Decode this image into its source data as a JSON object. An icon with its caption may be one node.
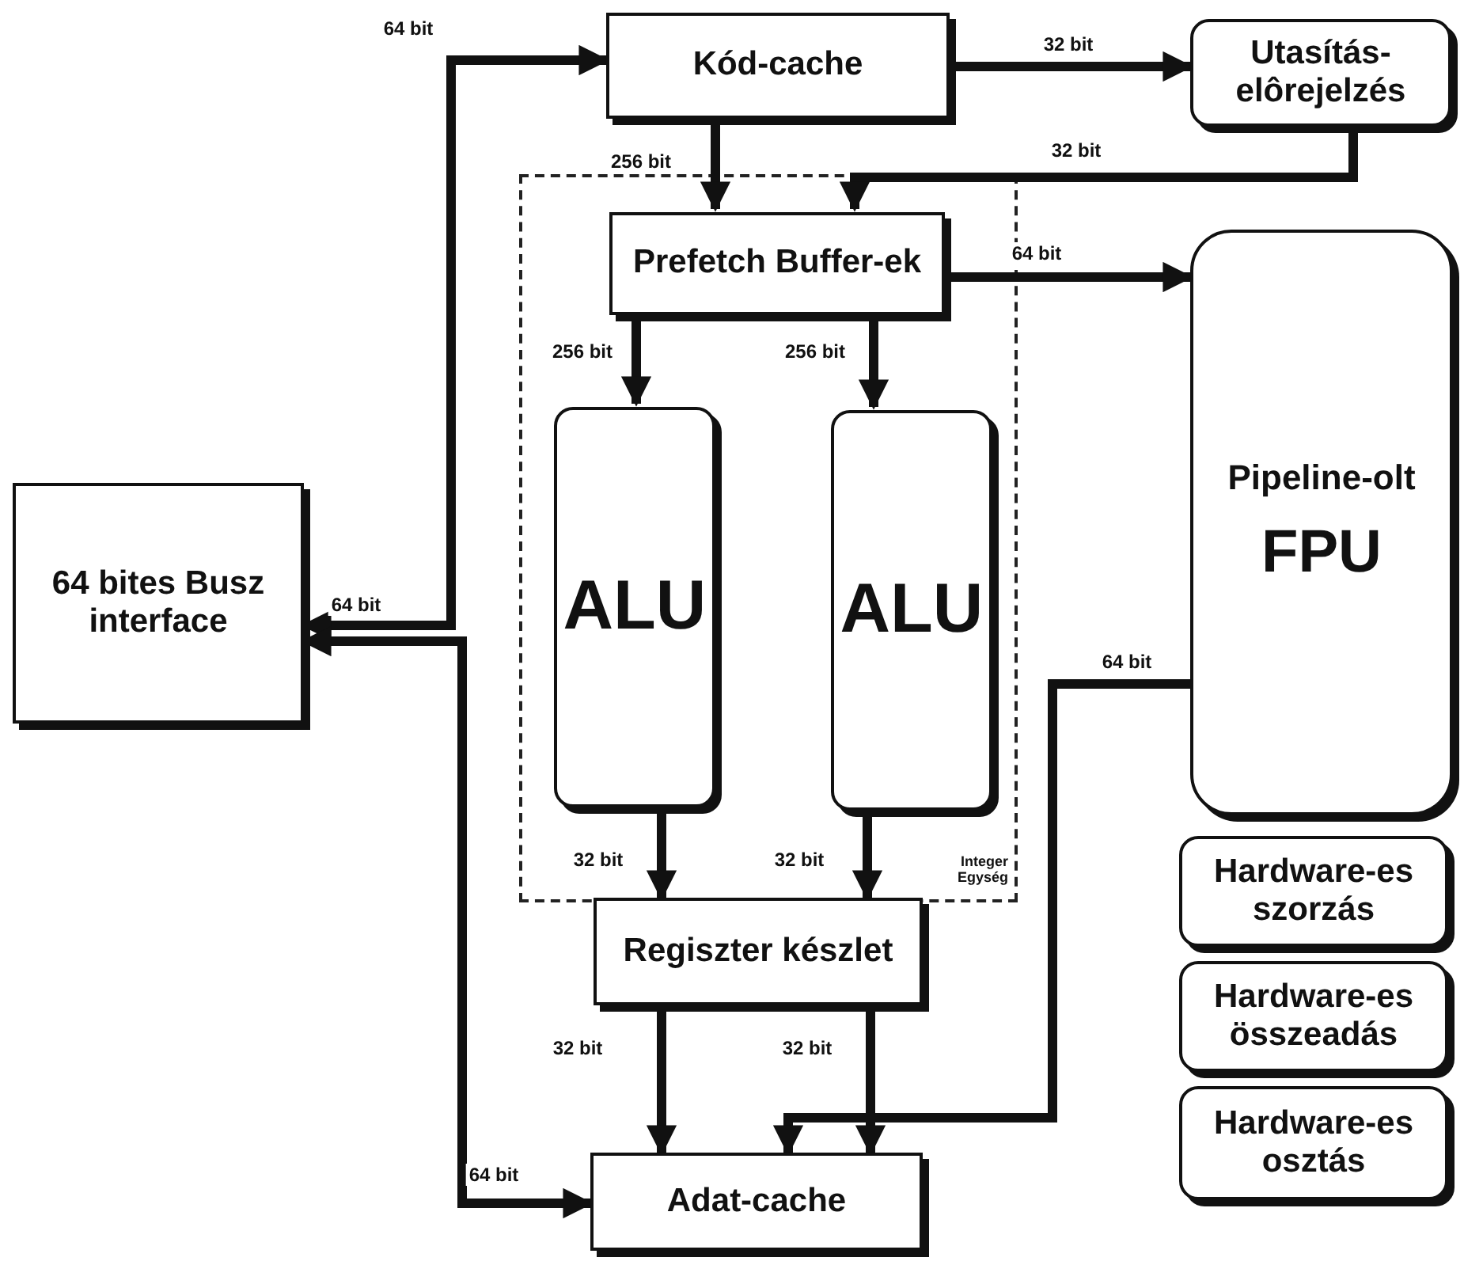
{
  "diagram": {
    "nodes": [
      {
        "text": [
          "Kód-cache"
        ]
      },
      {
        "text": [
          "Utasítás- elôrejelzés"
        ]
      },
      {
        "text": [
          "Integer Egység"
        ]
      },
      {
        "text": [
          "Prefetch Buffer-ek"
        ],
        "in": 2
      },
      {
        "text": [
          "ALU"
        ],
        "in": 2
      },
      {
        "text": [
          "ALU"
        ],
        "in": 2
      },
      {
        "text": [
          "Pipeline-olt",
          "FPU"
        ]
      },
      {
        "text": [
          "64 bites Busz interface"
        ]
      },
      {
        "text": [
          "Regiszter készlet"
        ]
      },
      {
        "text": [
          "Adat-cache"
        ]
      },
      {
        "text": [
          "Hardware-es szorzás"
        ]
      },
      {
        "text": [
          "Hardware-es összeadás"
        ]
      },
      {
        "text": [
          "Hardware-es osztás"
        ]
      }
    ],
    "edges": [
      {
        "from": 7,
        "to": 0,
        "arrow": "both",
        "label": "64 bit"
      },
      {
        "from": 7,
        "to": 9,
        "arrow": "both",
        "label": "64 bit"
      },
      {
        "from": 0,
        "to": 1,
        "arrow": "to",
        "label": "32 bit"
      },
      {
        "from": 1,
        "to": 3,
        "arrow": "to",
        "label": "32 bit"
      },
      {
        "from": 0,
        "to": 3,
        "arrow": "to",
        "label": "256 bit"
      },
      {
        "from": 3,
        "to": 6,
        "arrow": "to",
        "label": "64 bit"
      },
      {
        "from": 3,
        "to": 4,
        "arrow": "to",
        "label": "256 bit"
      },
      {
        "from": 3,
        "to": 5,
        "arrow": "to",
        "label": "256 bit"
      },
      {
        "from": 4,
        "to": 8,
        "arrow": "to",
        "label": "32 bit"
      },
      {
        "from": 5,
        "to": 8,
        "arrow": "to",
        "label": "32 bit"
      },
      {
        "from": 8,
        "to": 9,
        "arrow": "to",
        "label": "32 bit"
      },
      {
        "from": 8,
        "to": 9,
        "arrow": "to",
        "label": "32 bit"
      },
      {
        "from": 6,
        "to": 9,
        "arrow": "to",
        "label": "64 bit"
      }
    ],
    "labels": [
      "64 bit"
    ]
  }
}
